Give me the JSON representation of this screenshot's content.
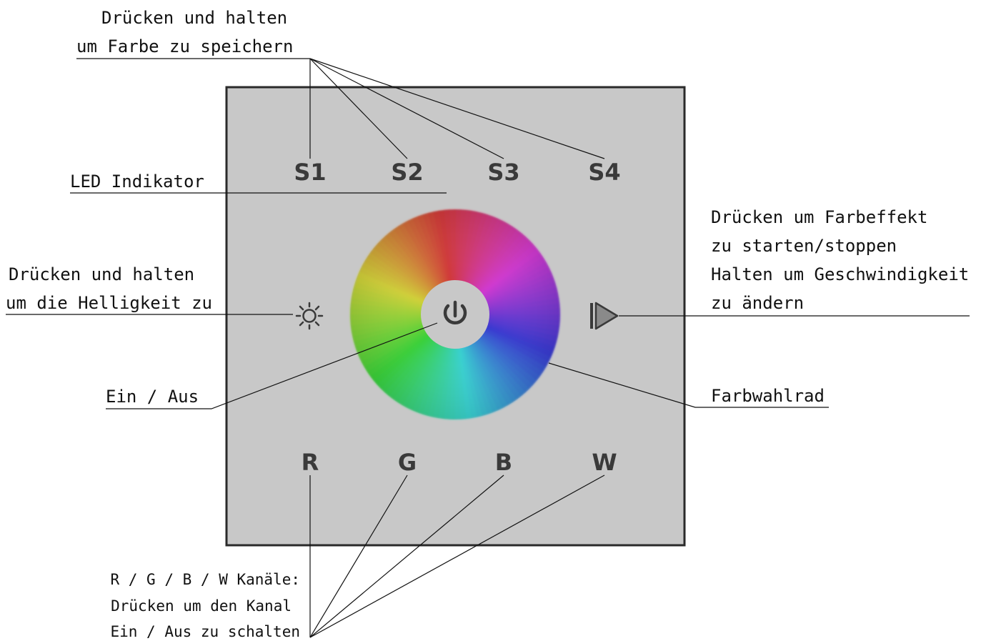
{
  "panel": {
    "scene_labels": [
      "S1",
      "S2",
      "S3",
      "S4"
    ],
    "channel_labels": [
      "R",
      "G",
      "B",
      "W"
    ],
    "icons": {
      "brightness": "sun-icon",
      "power": "power-icon",
      "play": "play-icon",
      "color_wheel": "color-wheel"
    },
    "colors": {
      "panel_fill": "#c8c8c8",
      "panel_border": "#2a2a2a",
      "label": "#3a3a3a"
    }
  },
  "callouts": {
    "save_color": [
      "Drücken und halten",
      "um Farbe zu speichern"
    ],
    "led_indicator": "LED Indikator",
    "brightness": [
      "Drücken und halten",
      "um die Helligkeit zu"
    ],
    "power": "Ein / Aus",
    "color_effect": [
      "Drücken um Farbeffekt",
      "zu starten/stoppen",
      "Halten um Geschwindigkeit",
      "zu ändern"
    ],
    "color_wheel": "Farbwahlrad",
    "channels": [
      "R / G / B / W Kanäle:",
      "Drücken um den Kanal",
      "Ein / Aus zu schalten"
    ]
  }
}
